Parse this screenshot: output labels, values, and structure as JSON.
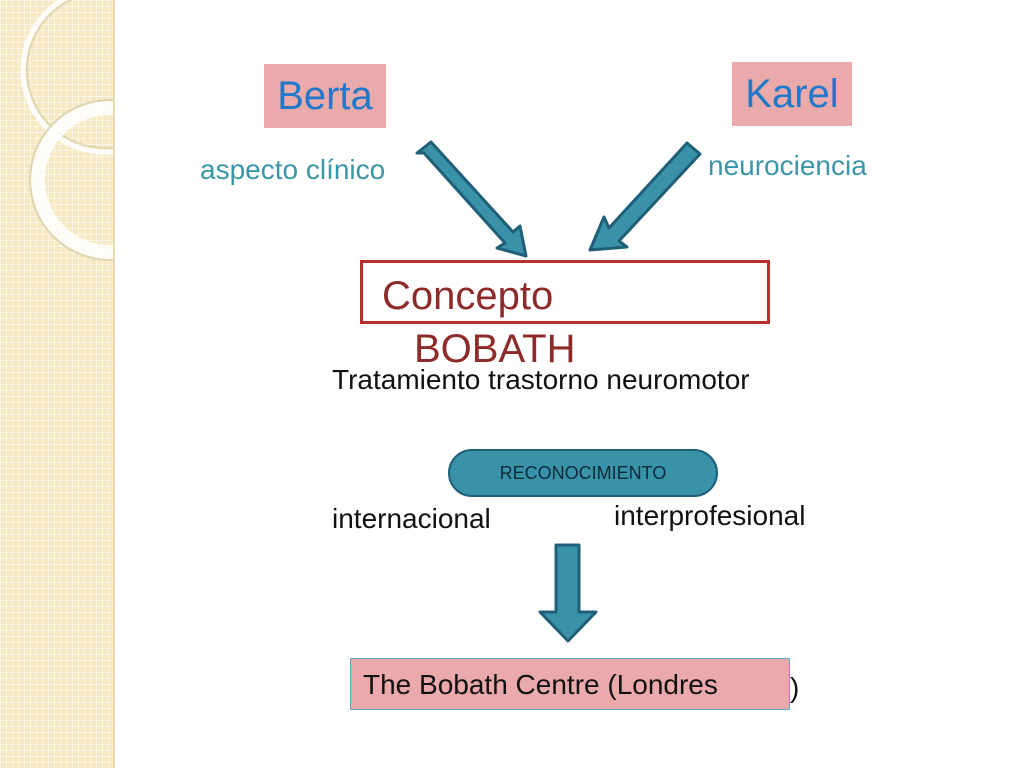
{
  "diagram": {
    "person_left": {
      "name": "Berta",
      "caption": "aspecto clínico"
    },
    "person_right": {
      "name": "Karel",
      "caption": "neurociencia"
    },
    "concept": {
      "line1": "Concepto",
      "line2": "BOBATH"
    },
    "subtitle": "Tratamiento trastorno neuromotor",
    "recognition": {
      "label": "RECONOCIMIENTO",
      "left": "internacional",
      "right": "interprofesional"
    },
    "result": {
      "text": "The Bobath Centre (Londres",
      "tail": ")"
    }
  },
  "colors": {
    "name_fill": "#eaa9ab",
    "name_text": "#1f78c8",
    "caption_text": "#3a96a8",
    "concept_border": "#b8312f",
    "concept_text": "#8d2a2a",
    "arrow_fill": "#3a92a8",
    "sidebar": "#f6e8c3"
  }
}
